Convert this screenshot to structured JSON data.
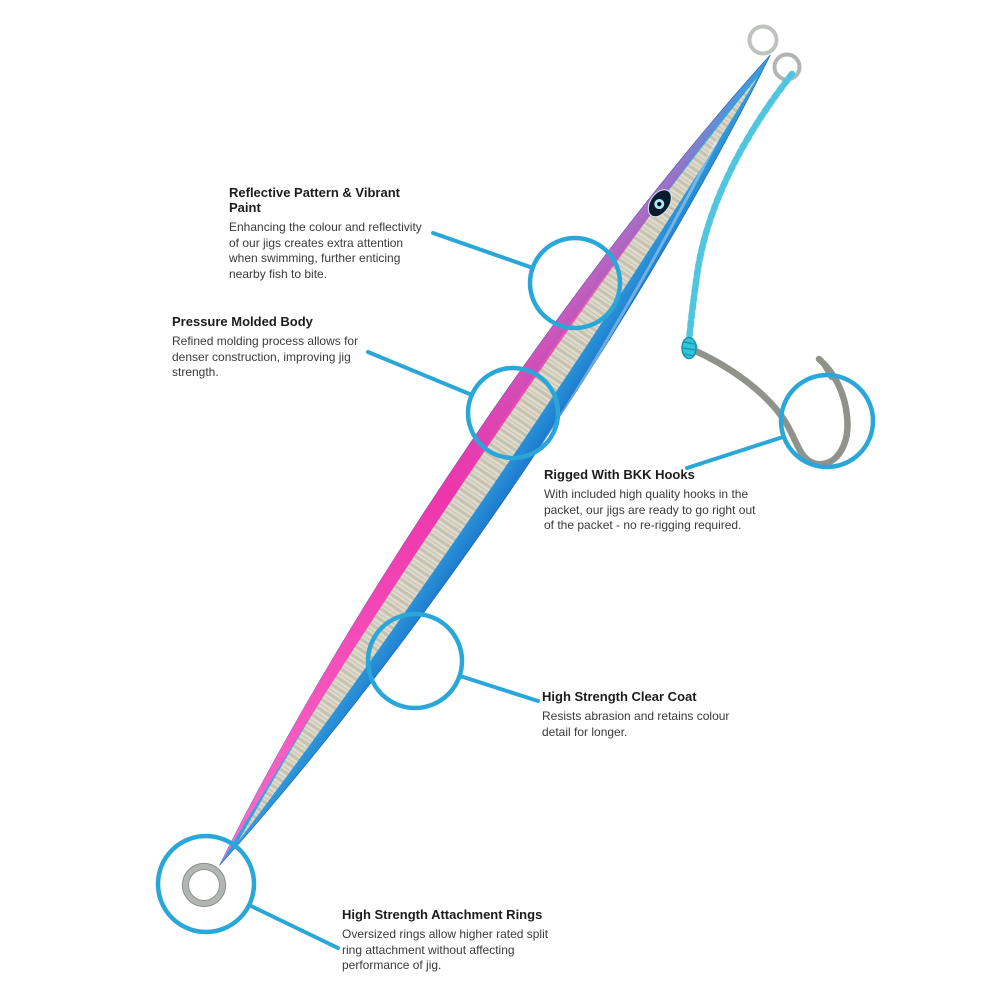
{
  "colors": {
    "page_bg": "#ffffff",
    "callout": "#29a7d8",
    "title_text": "#1c1c1e",
    "body_text": "#3a3a3c",
    "jig_blue": "#2492d6",
    "jig_blue_light": "#8ed8f2",
    "jig_blue_dark": "#155fae",
    "jig_pink": "#ee35ac",
    "jig_silver": "#ded9cc",
    "cord": "#7ed8ec",
    "cord_dark": "#45c0dc",
    "hook": "#90938c",
    "metal_ring": "#b2b6b2",
    "eye_navy": "#0b1b2d",
    "eye_iris": "#a9e9f9"
  },
  "callouts": [
    {
      "title": "Reflective Pattern & Vibrant Paint",
      "body": "Enhancing the colour and reflectivity of our jigs creates extra attention when swimming, further enticing nearby fish to bite."
    },
    {
      "title": "Pressure Molded Body",
      "body": "Refined molding process allows for denser construction, improving jig strength."
    },
    {
      "title": "Rigged With BKK Hooks",
      "body": "With included high quality hooks in the packet, our jigs are ready to go right out of the packet - no re-rigging required."
    },
    {
      "title": "High Strength Clear Coat",
      "body": "Resists abrasion and retains colour detail for longer."
    },
    {
      "title": "High Strength Attachment Rings",
      "body": "Oversized rings allow higher rated split ring attachment without affecting performance of jig."
    }
  ],
  "illustration": {
    "parts": [
      "jig-body",
      "eye-decal",
      "split-rings",
      "braided-assist-cord",
      "bkk-hook",
      "attachment-ring"
    ]
  }
}
